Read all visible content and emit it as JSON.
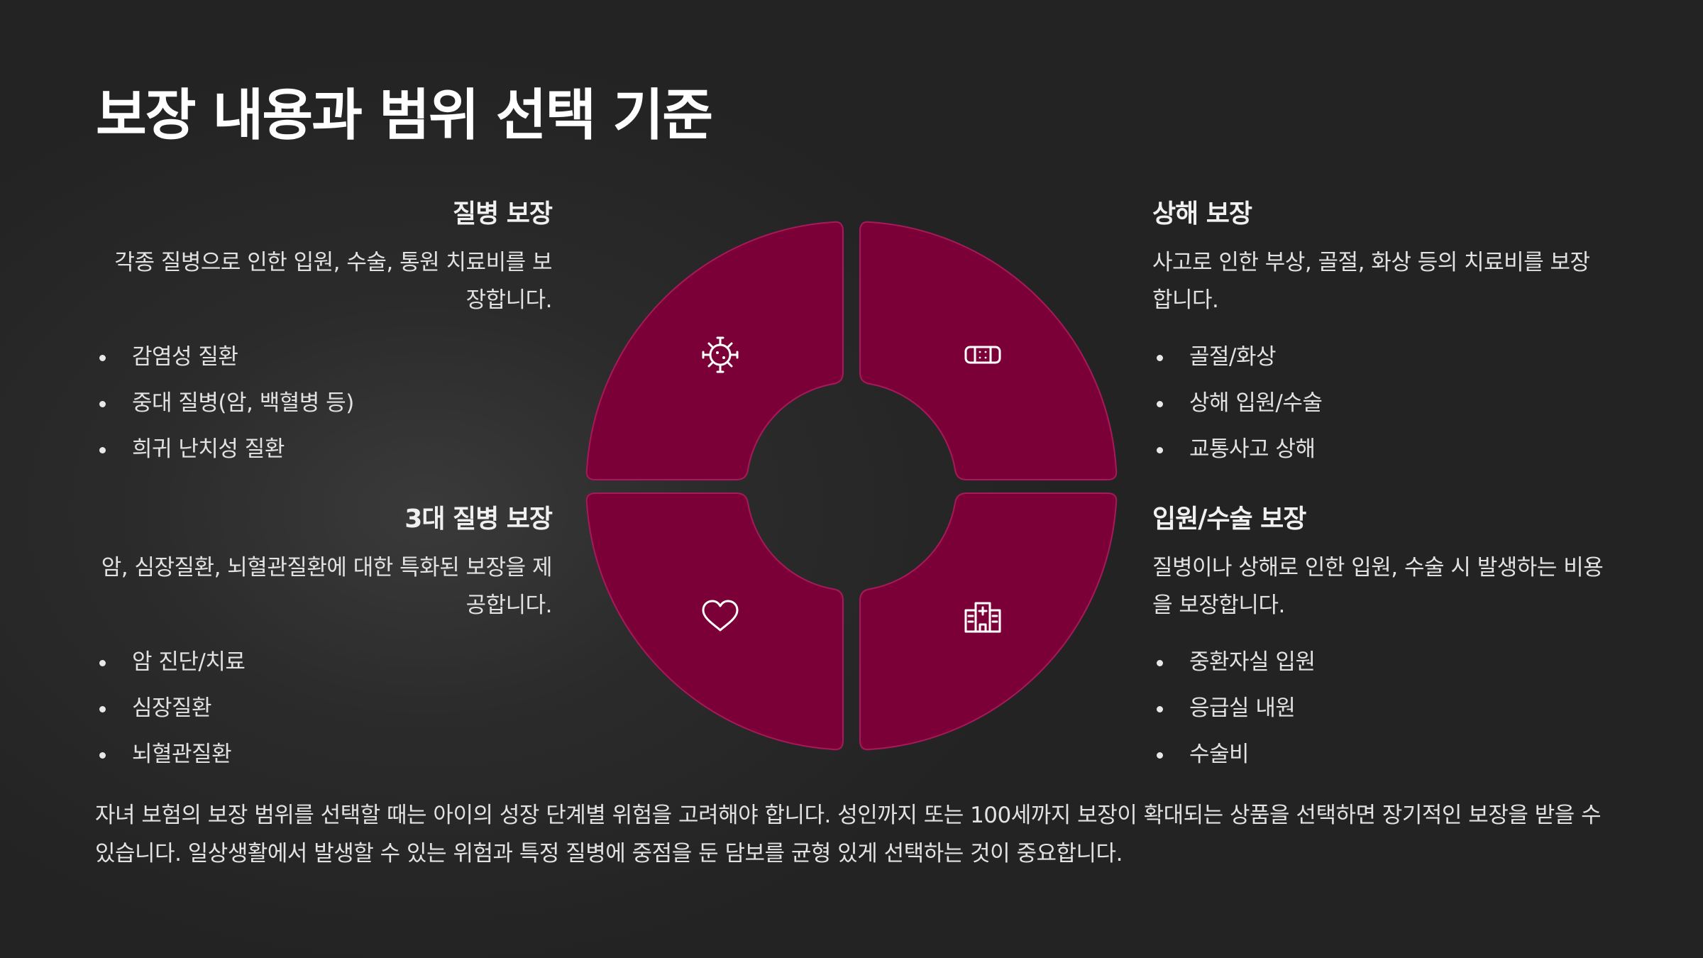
{
  "title": "보장 내용과 범위 선택 기준",
  "accent_color": "#7c0038",
  "sections": [
    {
      "heading": "질병 보장",
      "description": "각종 질병으로 인한 입원, 수술, 통원 치료비를 보장합니다.",
      "items": [
        "감염성 질환",
        "중대 질병(암, 백혈병 등)",
        "희귀 난치성 질환"
      ],
      "icon": "virus-icon"
    },
    {
      "heading": "상해 보장",
      "description": "사고로 인한 부상, 골절, 화상 등의 치료비를 보장합니다.",
      "items": [
        "골절/화상",
        "상해 입원/수술",
        "교통사고 상해"
      ],
      "icon": "bandage-icon"
    },
    {
      "heading": "3대 질병 보장",
      "description": "암, 심장질환, 뇌혈관질환에 대한 특화된 보장을 제공합니다.",
      "items": [
        "암 진단/치료",
        "심장질환",
        "뇌혈관질환"
      ],
      "icon": "heart-icon"
    },
    {
      "heading": "입원/수술 보장",
      "description": "질병이나 상해로 인한 입원, 수술 시 발생하는 비용을 보장합니다.",
      "items": [
        "중환자실 입원",
        "응급실 내원",
        "수술비"
      ],
      "icon": "hospital-icon"
    }
  ],
  "footer": "자녀 보험의 보장 범위를 선택할 때는 아이의 성장 단계별 위험을 고려해야 합니다. 성인까지 또는 100세까지 보장이 확대되는 상품을 선택하면 장기적인 보장을 받을 수 있습니다. 일상생활에서 발생할 수 있는 위험과 특정 질병에 중점을 둔 담보를 균형 있게 선택하는 것이 중요합니다."
}
